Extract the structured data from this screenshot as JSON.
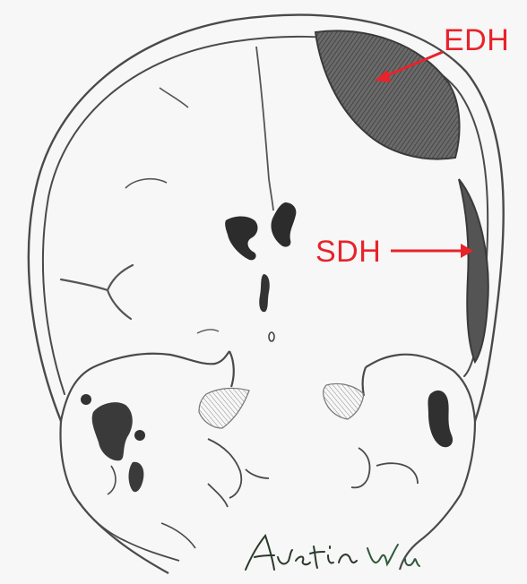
{
  "labels": {
    "edh": "EDH",
    "sdh": "SDH"
  },
  "signature": "Austin Wu",
  "colors": {
    "background": "#f7f7f7",
    "pencil": "#4a4a4a",
    "hematoma": "#5a5a5a",
    "annotation": "#e8232a"
  }
}
